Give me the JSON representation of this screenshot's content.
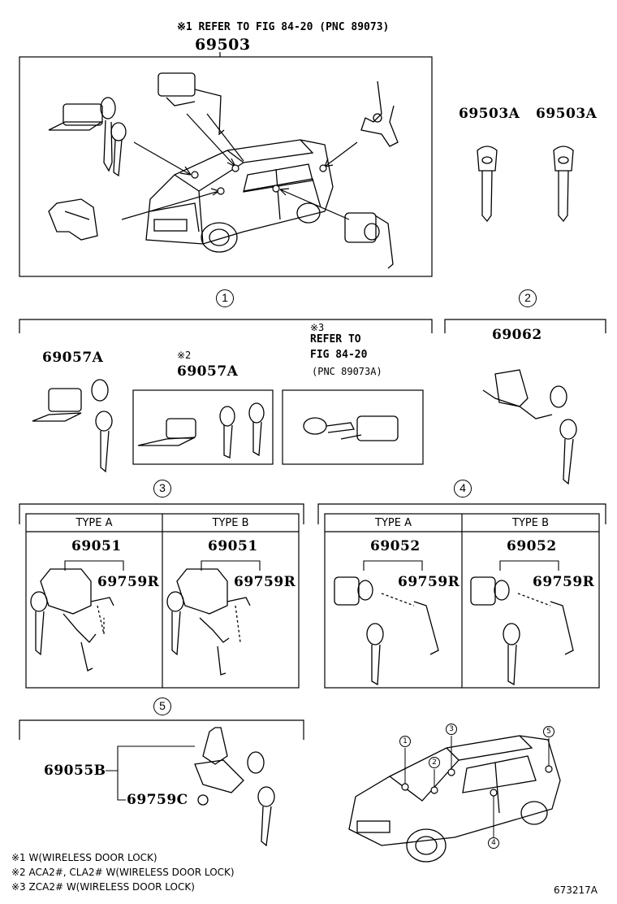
{
  "header": {
    "refer_note": "※1 REFER TO FIG 84-20 (PNC 89073)",
    "main_part": "69503"
  },
  "keys": {
    "part_a": "69503A",
    "part_b": "69503A"
  },
  "groups": {
    "g1": {
      "number": "1"
    },
    "g2": {
      "number": "2"
    },
    "g3": {
      "number": "3"
    },
    "g4": {
      "number": "4"
    },
    "g5": {
      "number": "5"
    }
  },
  "section1": {
    "part_left": "69057A",
    "mark2": "※2",
    "part_mid": "69057A",
    "mark3": "※3",
    "refer_line1": "REFER TO",
    "refer_line2": "FIG 84-20",
    "refer_line3": "(PNC 89073A)"
  },
  "section2": {
    "part": "69062"
  },
  "section3": {
    "type_a": "TYPE A",
    "type_b": "TYPE B",
    "part_a": "69051",
    "sub_a": "69759R",
    "part_b": "69051",
    "sub_b": "69759R"
  },
  "section4": {
    "type_a": "TYPE A",
    "type_b": "TYPE B",
    "part_a": "69052",
    "sub_a": "69759R",
    "part_b": "69052",
    "sub_b": "69759R"
  },
  "section5": {
    "part_main": "69055B",
    "part_sub": "69759C"
  },
  "locator": {
    "labels": [
      "1",
      "2",
      "3",
      "4",
      "5"
    ]
  },
  "footnotes": [
    "※1 W(WIRELESS DOOR LOCK)",
    "※2 ACA2#, CLA2# W(WIRELESS DOOR LOCK)",
    "※3 ZCA2# W(WIRELESS DOOR LOCK)"
  ],
  "catalog_number": "673217A"
}
